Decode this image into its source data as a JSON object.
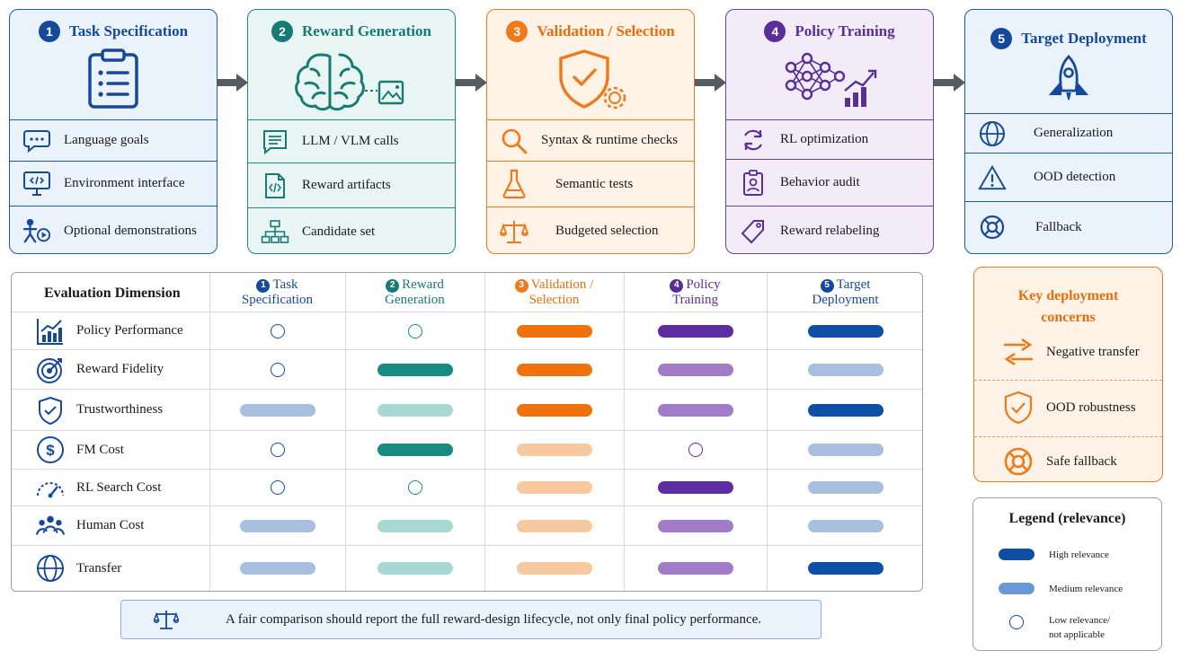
{
  "stages": [
    {
      "num": "1",
      "title": "Task Specification",
      "items": [
        "Language goals",
        "Environment interface",
        "Optional demonstrations"
      ]
    },
    {
      "num": "2",
      "title": "Reward Generation",
      "items": [
        "LLM / VLM calls",
        "Reward artifacts",
        "Candidate set"
      ]
    },
    {
      "num": "3",
      "title": "Validation / Selection",
      "items": [
        "Syntax & runtime checks",
        "Semantic tests",
        "Budgeted selection"
      ]
    },
    {
      "num": "4",
      "title": "Policy Training",
      "items": [
        "RL optimization",
        "Behavior audit",
        "Reward relabeling"
      ]
    },
    {
      "num": "5",
      "title": "Target Deployment",
      "items": [
        "Generalization",
        "OOD detection",
        "Fallback"
      ]
    }
  ],
  "table": {
    "dimension_header": "Evaluation Dimension",
    "columns": [
      {
        "num": "1",
        "line1": "Task",
        "line2": "Specification"
      },
      {
        "num": "2",
        "line1": "Reward",
        "line2": "Generation"
      },
      {
        "num": "3",
        "line1": "Validation /",
        "line2": "Selection"
      },
      {
        "num": "4",
        "line1": "Policy",
        "line2": "Training"
      },
      {
        "num": "5",
        "line1": "Target",
        "line2": "Deployment"
      }
    ],
    "rows": [
      {
        "label": "Policy Performance",
        "levels": [
          "low",
          "low",
          "high",
          "high",
          "high"
        ]
      },
      {
        "label": "Reward Fidelity",
        "levels": [
          "low",
          "high",
          "high",
          "medium",
          "medium"
        ]
      },
      {
        "label": "Trustworthiness",
        "levels": [
          "medium",
          "medium",
          "high",
          "medium",
          "high"
        ]
      },
      {
        "label": "FM Cost",
        "levels": [
          "low",
          "high",
          "medium",
          "low",
          "medium"
        ]
      },
      {
        "label": "RL Search Cost",
        "levels": [
          "low",
          "low",
          "medium",
          "high",
          "medium"
        ]
      },
      {
        "label": "Human Cost",
        "levels": [
          "medium",
          "medium",
          "medium",
          "medium",
          "medium"
        ]
      },
      {
        "label": "Transfer",
        "levels": [
          "medium",
          "medium",
          "medium",
          "medium",
          "high"
        ]
      }
    ]
  },
  "palette": {
    "blue": {
      "high": "#0f4fa3",
      "medium": "#a9bfe0"
    },
    "teal": {
      "high": "#178a82",
      "medium": "#a8d8d4"
    },
    "orange": {
      "high": "#ef720e",
      "medium": "#f8c9a0"
    },
    "purple": {
      "high": "#5e2da0",
      "medium": "#a07cc9"
    }
  },
  "note": "A fair comparison should report the full reward-design lifecycle, not only final policy performance.",
  "concerns": {
    "title_line1": "Key deployment",
    "title_line2": "concerns",
    "items": [
      "Negative transfer",
      "OOD robustness",
      "Safe fallback"
    ]
  },
  "legend": {
    "title": "Legend (relevance)",
    "high": "High relevance",
    "medium": "Medium relevance",
    "low_line1": "Low relevance/",
    "low_line2": "not applicable"
  }
}
